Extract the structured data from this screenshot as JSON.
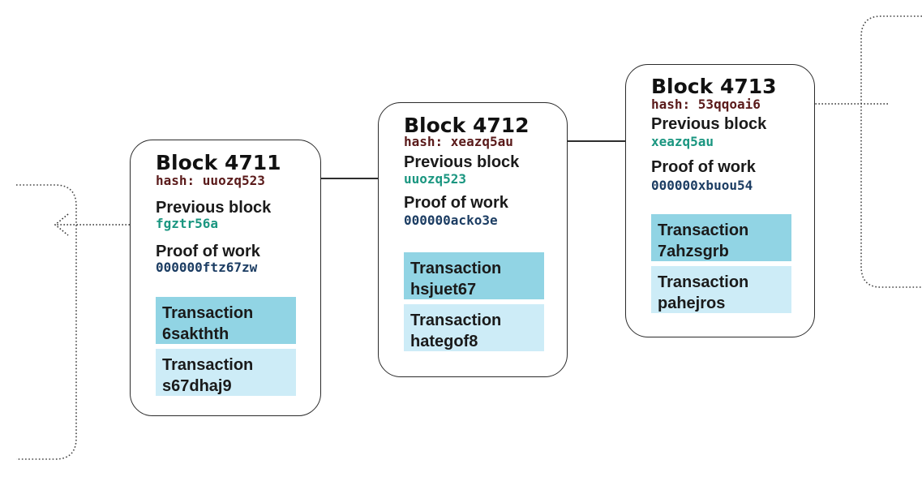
{
  "blocks": [
    {
      "title": "Block 4711",
      "hash": "hash: uuozq523",
      "prev_label": "Previous block",
      "prev_value": "fgztr56a",
      "pow_label": "Proof of work",
      "pow_value": "000000ftz67zw",
      "transactions": [
        {
          "label": "Transaction",
          "id": "6sakthth"
        },
        {
          "label": "Transaction",
          "id": "s67dhaj9"
        }
      ]
    },
    {
      "title": "Block 4712",
      "hash": "hash: xeazq5au",
      "prev_label": "Previous block",
      "prev_value": "uuozq523",
      "pow_label": "Proof of work",
      "pow_value": "000000acko3e",
      "transactions": [
        {
          "label": "Transaction",
          "id": "hsjuet67"
        },
        {
          "label": "Transaction",
          "id": "hategof8"
        }
      ]
    },
    {
      "title": "Block 4713",
      "hash": "hash: 53qqoai6",
      "prev_label": "Previous block",
      "prev_value": "xeazq5au",
      "pow_label": "Proof of work",
      "pow_value": "000000xbuou54",
      "transactions": [
        {
          "label": "Transaction",
          "id": "7ahzsgrb"
        },
        {
          "label": "Transaction",
          "id": "pahejros"
        }
      ]
    }
  ],
  "colors": {
    "hash": "#5a1a1a",
    "previous_value": "#1a9680",
    "proof_value": "#1c3d63",
    "tx_dark": "#91d4e4",
    "tx_light": "#cdecf7",
    "border": "#2b2b2b"
  }
}
